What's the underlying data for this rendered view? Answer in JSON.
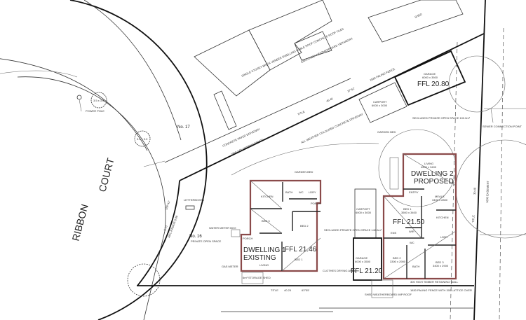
{
  "street": {
    "name_1": "RIBBON",
    "name_2": "COURT"
  },
  "lots": {
    "no17": "No. 17",
    "no16": "No. 16",
    "no16_sub": "PRIVATE OPEN SPACE"
  },
  "street_trees": [
    "3.5 x 3.0",
    "3.5 x 3.0"
  ],
  "power_pole": "POWER POLE",
  "neighbour": {
    "house": "SINGLE STOREY BRICK VENEER DWELLING GABLE ROOF CONCRETE ROOF TILES",
    "verandah": "ENCLOSED WEATHERBOARD VERANDAH",
    "shed": "SHED",
    "driveway": "CONCRETE PAVED DRIVEWAY",
    "fence": "1800 COLORBOND FENCE",
    "new_driveway": "ALL WEATHER COLOURED CONCRETE DRIVEWAY"
  },
  "boundary": {
    "title_top": "TITLE",
    "title_top_len": "45.46",
    "title_top_bearing": "37°52'",
    "title_bottom": "TITLE",
    "title_bottom_len": "40.25",
    "title_bottom_bearing": "63°55'",
    "title_right_len": "30.48",
    "title_right": "TITLE",
    "arc": "ARC RADIUS 8.88",
    "arc_len": "6.73",
    "chord": "169°43'",
    "easement": "1830 EASEMENT",
    "paling_fence_top": "1830 PALING FENCE",
    "paling_fence_bottom": "1830 PALING FENCE WITH 300 LATTICE OVER"
  },
  "dwelling1": {
    "title_1": "DWELLING 1",
    "title_2": "EXISTING",
    "ffl": "FFL 21.46",
    "rooms": [
      "KITCHEN",
      "BATH",
      "WC",
      "LDRY",
      "BED 3",
      "BED 2",
      "LIVING",
      "BED 1",
      "PORCH",
      "PORCH"
    ],
    "garden_bed": "GARDEN BED",
    "pos": "SECLUDED PRIVATE OPEN SPACE 140.0m²",
    "clothes": "CLOTHES DRYING AREA",
    "storage": "6m³ STORAGE SHED",
    "meter": "WATER METER BOX",
    "gas": "GAS METER",
    "letterbox": "LETTERBOXES"
  },
  "dwelling2": {
    "title_1": "DWELLING 2",
    "title_2": "PROPOSED",
    "ffl": "FFL 21.50",
    "rooms": [
      "LIVING",
      "ENTRY",
      "MEALS",
      "BED 1",
      "KITCHEN",
      "ENS",
      "WIR",
      "WC",
      "LDRY",
      "BED 2",
      "BATH",
      "BED 3"
    ],
    "living_dim": "4500 x 3400",
    "meals_dim": "3400 x 2800",
    "bed1_dim": "3500 x 3400",
    "bed2_dim": "3300 x 2900",
    "bed3_dim": "3400 x 2900",
    "retaining": "300 HIGH TIMBER RETAINING WALL",
    "sewer": "SEWER CONNECTION POINT"
  },
  "garage_rear": {
    "label": "GARAGE",
    "dim": "6000 x 3500",
    "ffl": "FFL 20.80"
  },
  "carport_rear": {
    "label": "CARPORT",
    "dim": "6000 x 3000"
  },
  "garage_front": {
    "label": "GARAGE",
    "dim": "6000 x 3500",
    "ffl": "FFL 21.20"
  },
  "carport_front": {
    "label": "CARPORT",
    "dim": "6000 x 3000"
  },
  "rear_pos": "SECLUDED PRIVATE OPEN SPACE 100.0m²",
  "garden_bed_2": "GARDEN BED",
  "shed_weather": "SHED WEATHERBOARD IMP ROOF"
}
